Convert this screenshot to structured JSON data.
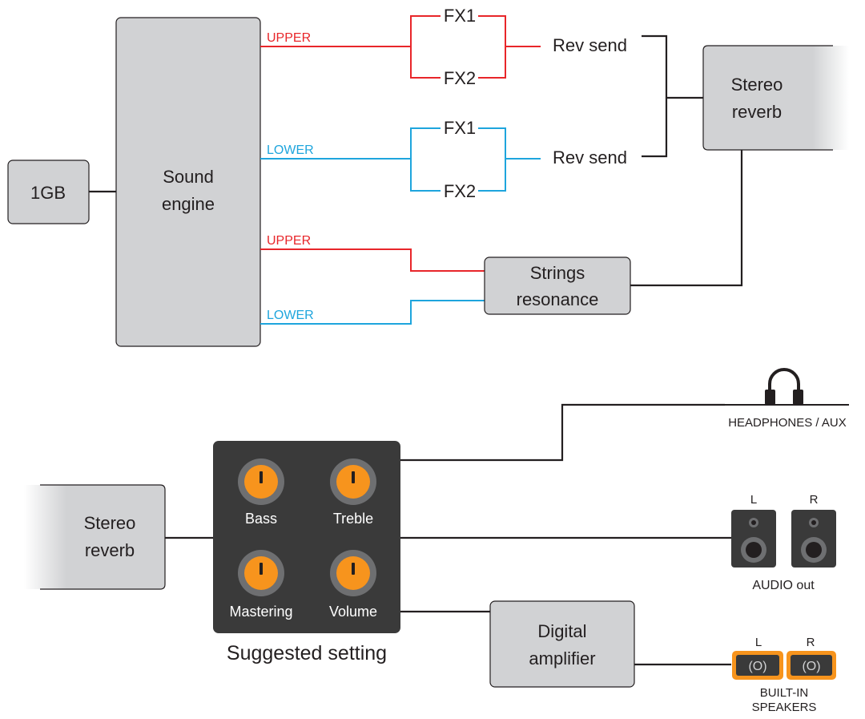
{
  "top": {
    "memory_label": "1GB",
    "engine_label": [
      "Sound",
      "engine"
    ],
    "upper_label": "UPPER",
    "lower_label": "LOWER",
    "fx1_label": "FX1",
    "fx2_label": "FX2",
    "rev_send_label": "Rev send",
    "stereo_reverb_label": [
      "Stereo",
      "reverb"
    ],
    "strings_resonance_label": [
      "Strings",
      "resonance"
    ],
    "upper_color": "#e8262a",
    "lower_color": "#1ea5dd"
  },
  "bottom": {
    "stereo_reverb_label": [
      "Stereo",
      "reverb"
    ],
    "knobs": [
      "Bass",
      "Treble",
      "Mastering",
      "Volume"
    ],
    "knob_color": "#f7941d",
    "panel_color": "#3a3a3a",
    "panel_caption": "Suggested setting",
    "digital_amp_label": [
      "Digital",
      "amplifier"
    ],
    "headphones_label": "HEADPHONES / AUX",
    "audio_out_label": "AUDIO out",
    "left_label": "L",
    "right_label": "R",
    "builtin_label": [
      "BUILT-IN",
      "SPEAKERS"
    ],
    "speaker_grille_glyph": "(O)"
  }
}
